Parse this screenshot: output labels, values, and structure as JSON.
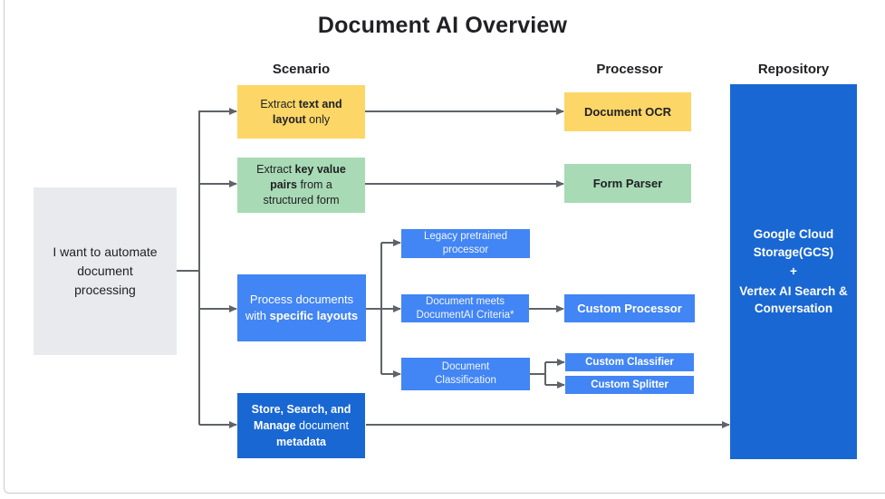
{
  "title": "Document AI Overview",
  "columns": {
    "scenario": "Scenario",
    "processor": "Processor",
    "repository": "Repository"
  },
  "start_box": {
    "text": "I want to automate document processing"
  },
  "flows": {
    "ocr": {
      "scenario": {
        "pre": "Extract ",
        "bold": "text and layout",
        "post": " only"
      },
      "processor": "Document OCR"
    },
    "form": {
      "scenario": {
        "pre": "Extract ",
        "bold": "key value pairs",
        "post": " from a structured form"
      },
      "processor": "Form Parser"
    },
    "custom": {
      "scenario": {
        "pre": "Process documents with ",
        "bold": "specific layouts",
        "post": ""
      },
      "options": {
        "legacy": "Legacy pretrained processor",
        "criteria": "Document meets DocumentAI Criteria*",
        "classification": "Document Classification"
      },
      "processors": {
        "custom_processor": "Custom Processor",
        "custom_classifier": "Custom Classifier",
        "custom_splitter": "Custom Splitter"
      }
    },
    "store": {
      "scenario": {
        "bold1": "Store, Search, and Manage",
        "mid": " document ",
        "bold2": "metadata"
      }
    }
  },
  "repository": {
    "line1": "Google Cloud Storage(GCS)",
    "plus": "+",
    "line2": "Vertex AI Search & Conversation"
  },
  "colors": {
    "yellow": "#FCD667",
    "green": "#A8DAB5",
    "blue": "#4285F4",
    "dark_blue": "#1967D2",
    "gray": "#E8EAED",
    "arrow": "#5F6368"
  }
}
